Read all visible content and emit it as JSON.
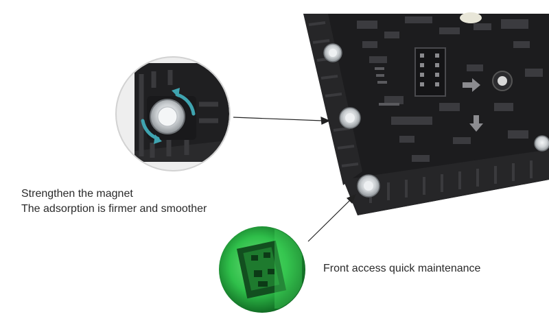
{
  "captions": {
    "magnet_line1": "Strengthen the magnet",
    "magnet_line2": "The adsorption is firmer and smoother",
    "front_access": "Front access quick maintenance"
  },
  "colors": {
    "background": "#ffffff",
    "module_pcb": "#1c1c1e",
    "heatsink_rib": "#2a2a2c",
    "magnet_ring": "#cfd3d6",
    "rotate_arrow": "#3fa4b0",
    "inset_green": "#2fbf4a",
    "callout_line": "#222222",
    "text": "#2a2a2a"
  },
  "icons": [
    "rotate-arrows-icon",
    "arrow-right-icon",
    "arrow-down-icon"
  ]
}
